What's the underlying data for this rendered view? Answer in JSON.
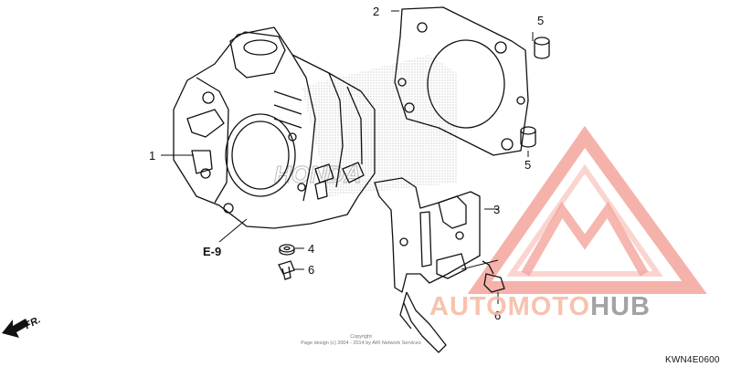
{
  "callouts": {
    "c1": "1",
    "c2": "2",
    "c3": "3",
    "c4": "4",
    "c5a": "5",
    "c5b": "5",
    "c6a": "6",
    "c6b": "6"
  },
  "ref_label": "E-9",
  "direction_label": "FR.",
  "diagram_code": "KWN4E0600",
  "copyright": {
    "line1": "Copyright",
    "line2": "Page design (c) 2004 - 2014 by ARI Network Services"
  },
  "watermark": {
    "part1": "AUTOMOTO",
    "part2": "HUB",
    "color_accent": "#f6b0a8",
    "color_accent2": "#f7c98a",
    "color_dark": "#9a9a9a"
  }
}
